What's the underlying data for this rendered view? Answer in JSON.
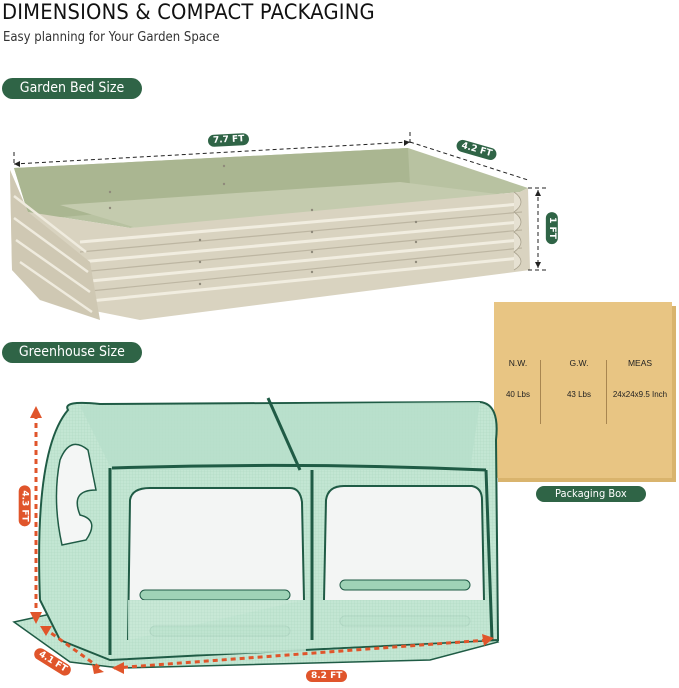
{
  "header": {
    "title": "DIMENSIONS & COMPACT PACKAGING",
    "subtitle": "Easy planning for Your Garden Space"
  },
  "garden_bed": {
    "section_label": "Garden Bed Size",
    "length": "7.7 FT",
    "width": "4.2 FT",
    "height": "1 FT"
  },
  "greenhouse": {
    "section_label": "Greenhouse Size",
    "height": "4.3 FT",
    "depth": "4.1 FT",
    "length": "8.2 FT"
  },
  "packaging": {
    "section_label": "Packaging Box",
    "columns": [
      {
        "header": "N.W.",
        "value": "40 Lbs"
      },
      {
        "header": "G.W.",
        "value": "43 Lbs"
      },
      {
        "header": "MEAS",
        "value": "24x24x9.5 Inch"
      }
    ]
  },
  "colors": {
    "accent_green": "#2f6446",
    "accent_orange": "#e0552b",
    "box_color": "#e8c583",
    "bed_color": "#d8d2bf",
    "bed_inner": "#b9c2a2",
    "mesh_green": "#bfe3cf",
    "frame_green": "#1f5b45"
  }
}
